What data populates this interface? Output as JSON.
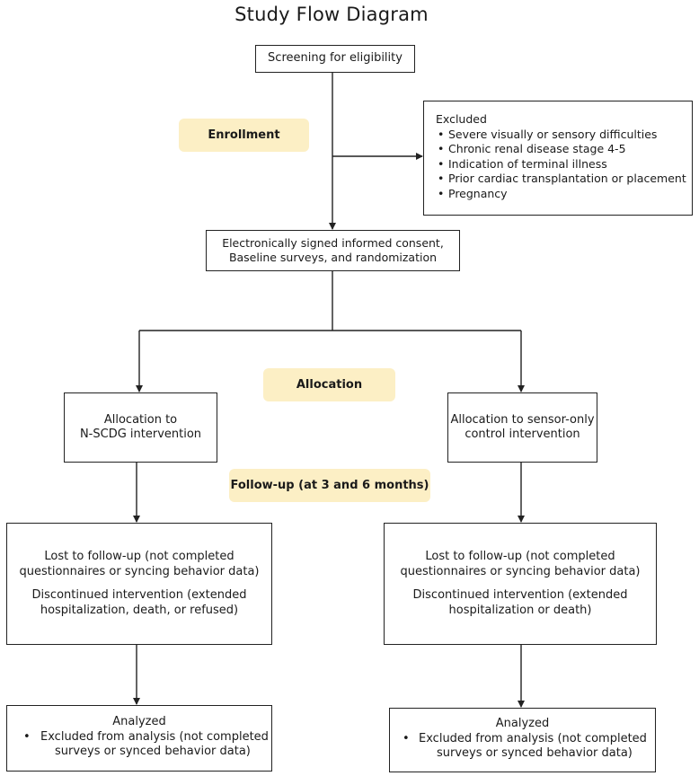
{
  "title": "Study Flow Diagram",
  "phases": {
    "enrollment": "Enrollment",
    "allocation": "Allocation",
    "followup": "Follow-up (at 3 and 6 months)"
  },
  "screening": "Screening for eligibility",
  "excluded": {
    "heading": "Excluded",
    "items": [
      "Severe visually or sensory difficulties",
      "Chronic renal disease stage 4-5",
      "Indication of terminal illness",
      "Prior cardiac transplantation or placement",
      "Pregnancy"
    ]
  },
  "consent": {
    "line1": "Electronically signed informed consent,",
    "line2": "Baseline surveys, and randomization"
  },
  "alloc_left": {
    "line1": "Allocation to",
    "line2": "N-SCDG intervention"
  },
  "alloc_right": {
    "line1": "Allocation to sensor-only",
    "line2": "control intervention"
  },
  "followup_left": {
    "lost1": "Lost to follow-up (not completed",
    "lost2": "questionnaires or syncing behavior data)",
    "disc1": "Discontinued intervention (extended",
    "disc2": "hospitalization, death, or refused)"
  },
  "followup_right": {
    "lost1": "Lost to follow-up (not completed",
    "lost2": "questionnaires or syncing behavior data)",
    "disc1": "Discontinued intervention (extended",
    "disc2": "hospitalization or death)"
  },
  "analyzed_left": {
    "heading": "Analyzed",
    "item1": "Excluded from analysis (not completed",
    "item2": "surveys or synced behavior data)"
  },
  "analyzed_right": {
    "heading": "Analyzed",
    "item1": "Excluded from analysis (not completed",
    "item2": "surveys or synced behavior data)"
  }
}
